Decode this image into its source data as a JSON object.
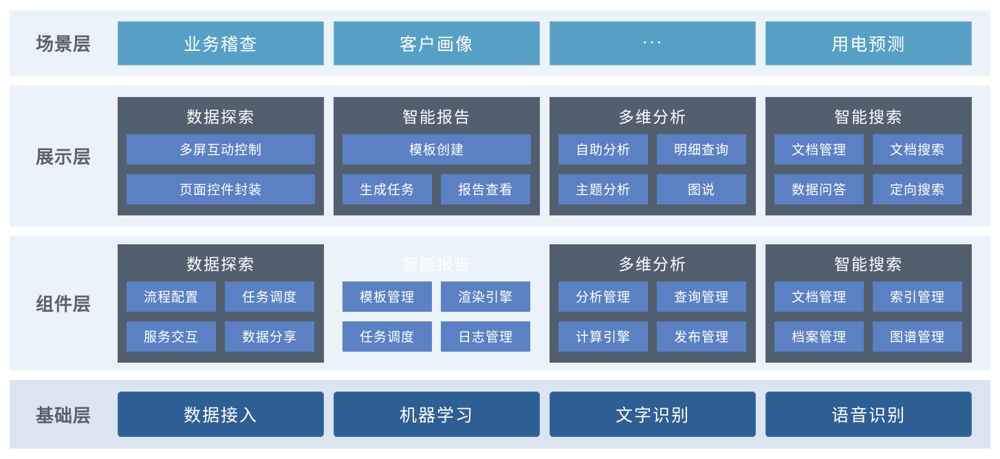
{
  "colors": {
    "row_bg": "#ebf2f9",
    "row_bg_base": "#dbe5f1",
    "scenario_btn": "#57a0c5",
    "scenario_btn_border": "#7fb7d2",
    "card_bg": "#525f6e",
    "item_bg": "#5b81c4",
    "base_btn": "#2e5f94",
    "base_btn_border": "#49759f",
    "label_color": "#5a6066",
    "text_on_dark": "#ffffff"
  },
  "scenario_layer": {
    "label": "场景层",
    "buttons": [
      "业务稽查",
      "客户画像",
      "···",
      "用电预测"
    ]
  },
  "display_layer": {
    "label": "展示层",
    "groups": [
      {
        "title": "数据探索",
        "items": [
          "多屏互动控制",
          "页面控件封装"
        ]
      },
      {
        "title": "智能报告",
        "items": [
          "模板创建",
          "生成任务",
          "报告查看"
        ]
      },
      {
        "title": "多维分析",
        "items": [
          "自助分析",
          "明细查询",
          "主题分析",
          "图说"
        ]
      },
      {
        "title": "智能搜索",
        "items": [
          "文档管理",
          "文档搜索",
          "数据问答",
          "定向搜索"
        ]
      }
    ]
  },
  "component_layer": {
    "label": "组件层",
    "groups": [
      {
        "title": "数据探索",
        "items": [
          "流程配置",
          "任务调度",
          "服务交互",
          "数据分享"
        ]
      },
      {
        "title": "智能报告",
        "ghost": true,
        "items": [
          "模板管理",
          "渲染引擎",
          "任务调度",
          "日志管理"
        ]
      },
      {
        "title": "多维分析",
        "items": [
          "分析管理",
          "查询管理",
          "计算引擎",
          "发布管理"
        ]
      },
      {
        "title": "智能搜索",
        "items": [
          "文档管理",
          "索引管理",
          "档案管理",
          "图谱管理"
        ]
      }
    ]
  },
  "base_layer": {
    "label": "基础层",
    "buttons": [
      "数据接入",
      "机器学习",
      "文字识别",
      "语音识别"
    ]
  }
}
